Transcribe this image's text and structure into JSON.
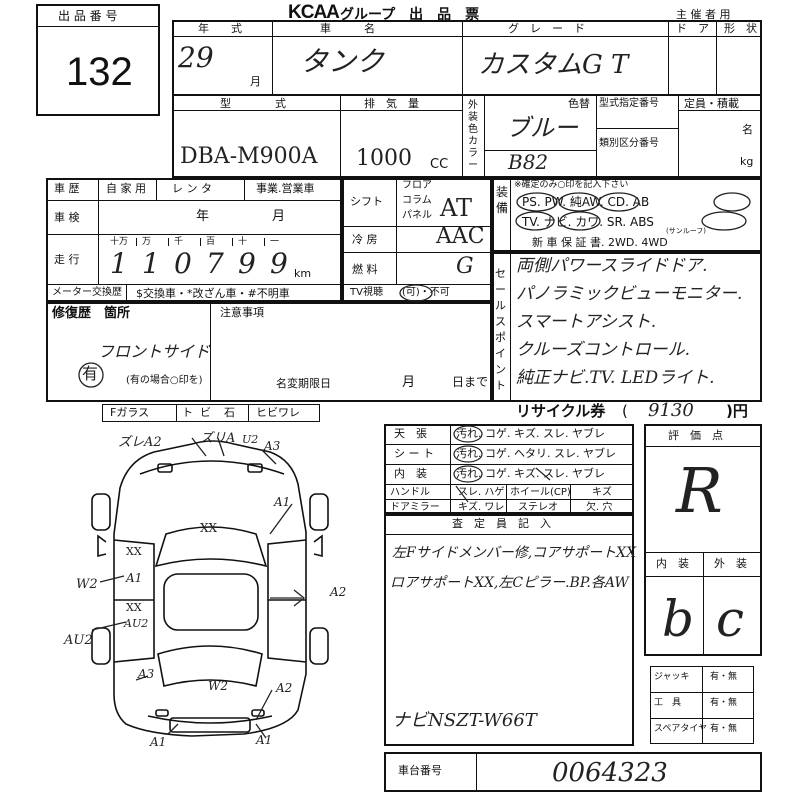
{
  "header": {
    "logo": "KCAA",
    "title": "グループ　出　品　票",
    "organizer": "主 催 者 用"
  },
  "lot": {
    "label": "出 品 番 号",
    "number": "132"
  },
  "row1": {
    "year_label": "年　　式",
    "year_value": "29",
    "month_unit": "月",
    "name_label": "車　　　名",
    "name_value": "タンク",
    "grade_label": "グ　レ　ー　ド",
    "grade_value": "カスタムG T",
    "door_label": "ド　ア",
    "shape_label": "形　状"
  },
  "row2": {
    "model_label": "型　　　　式",
    "model_value": "DBA-M900A",
    "disp_label": "排　気　量",
    "disp_value": "1000",
    "disp_unit": "CC",
    "color_side": "外装色カラー",
    "color_label": "色替",
    "color_value": "ブルー",
    "color_code": "B82",
    "spec_label": "型式指定番号",
    "class_label": "類別区分番号",
    "capacity_label": "定員・積載",
    "capacity_unit_people": "名",
    "capacity_unit_kg": "kg"
  },
  "history": {
    "label": "車 歴",
    "opt1": "自 家 用",
    "opt2": "レ ン タ",
    "opt3": "事業.営業車"
  },
  "inspection": {
    "label": "車 検",
    "year": "年",
    "month": "月"
  },
  "mileage": {
    "label": "走 行",
    "places": [
      "十万",
      "万",
      "千",
      "百",
      "十",
      "一"
    ],
    "digits": [
      "1",
      "1",
      "0",
      "7",
      "9",
      "9"
    ],
    "unit": "km"
  },
  "meter_row": {
    "label": "メーター交換歴",
    "notes": "$交換車・*改ざん車・#不明車"
  },
  "shift": {
    "label": "シフト",
    "opt1": "フロア",
    "opt2": "コラム",
    "opt3": "パネル",
    "value": "AT"
  },
  "ac": {
    "label": "冷 房",
    "value": "AAC"
  },
  "fuel": {
    "label": "燃 料",
    "value": "G"
  },
  "tv": {
    "label": "TV視聴",
    "value": "(可)・不可"
  },
  "equip": {
    "side": "装備",
    "note": "※確定のみ○印を記入下さい",
    "items_row1": "PS.  PW.  純AW.  CD.  AB",
    "items_row2": "TV.  ナビ.  カワ.  SR.  ABS",
    "row2_sub": "(サンルーフ)",
    "guarantee": "新 車 保 証 書.  2WD.  4WD"
  },
  "sales_points": {
    "side": "セールスポイント",
    "lines": [
      "両側パワースライドドア.",
      "パノラミックビューモニター.",
      "スマートアシスト.",
      "クルーズコントロール.",
      "純正ナビ.TV. LEDライト."
    ]
  },
  "repair": {
    "label": "修復歴　箇所",
    "value": "フロントサイド",
    "mark": "有",
    "note": "(有の場合○印を)",
    "caution_label": "注意事項",
    "deadline_label": "名変期限日",
    "month": "月",
    "day": "日まで"
  },
  "glass": {
    "items": [
      "Fガラス",
      "ト",
      "ビ",
      "石",
      "ヒビワレ"
    ]
  },
  "recycle": {
    "label": "リサイクル券",
    "value": "9130",
    "unit": ")円"
  },
  "condition_table": {
    "rows": [
      {
        "label": "天　張",
        "options": "汚れ. コゲ. キズ. スレ. ヤブレ"
      },
      {
        "label": "シ ー ト",
        "options": "汚れ. コゲ. ヘタリ. スレ. ヤブレ"
      },
      {
        "label": "内　装",
        "options": "汚れ. コゲ. キズ. スレ. ヤブレ"
      }
    ],
    "handle_label": "ハンドル",
    "handle_opts": "スレ. ハゲ",
    "wheel_label": "ホイール(CP)",
    "wheel_opts": "キズ",
    "mirror_label": "ドアミラー",
    "mirror_opts": "キズ. ワレ",
    "stereo_label": "ステレオ",
    "stereo_opts": "欠. 穴"
  },
  "inspector": {
    "label": "査　定　員　記　入",
    "lines": [
      "左Fサイドメンバー修,コアサポートXX",
      "ロアサポートXX,左Cピラー.BP.各AW",
      "ナビNSZT-W66T"
    ]
  },
  "grade_box": {
    "label": "評　価　点",
    "score": "R",
    "interior_label": "内　装",
    "exterior_label": "外　装",
    "interior": "b",
    "exterior": "c"
  },
  "tools": [
    {
      "label": "ジャッキ",
      "value": "有・無"
    },
    {
      "label": "工　具",
      "value": "有・無"
    },
    {
      "label": "スペアタイヤ",
      "value": "有・無"
    }
  ],
  "chassis": {
    "label": "車台番号",
    "value": "0064323"
  },
  "diagram_marks": {
    "top_left": "ズレA2",
    "top_mid": "ズリA",
    "top_u2": "U2",
    "top_a3": "A3",
    "right_a1": "A1",
    "right_a2": "A2",
    "right_bot_a2": "A2",
    "left_w2": "W2",
    "left_au2": "AU2",
    "left_a3": "A3",
    "rear_w2": "W2",
    "bot_a1_left": "A1",
    "bot_a1_right": "A1",
    "center_xx": "XX",
    "side_xx1": "XX",
    "side_a1": "A1",
    "side_xx2": "XX",
    "side_au2": "AU2"
  }
}
